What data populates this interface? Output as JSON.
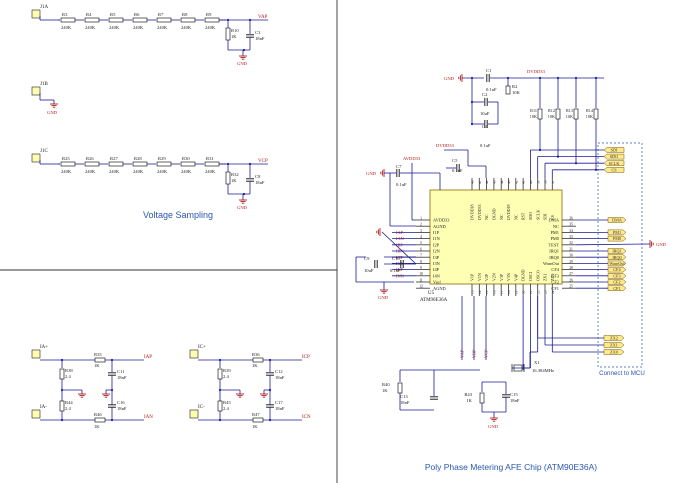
{
  "sections": {
    "voltage_title": "Voltage Sampling",
    "afe_title": "Poly Phase Metering AFE Chip (ATM90E36A)",
    "mcu_title": "Connect to MCU"
  },
  "connectors": [
    "J1A",
    "J1B",
    "J1C",
    "IA+",
    "IA-",
    "IC+",
    "IC-"
  ],
  "voltage": {
    "rowA": {
      "resistors": [
        "R3",
        "R4",
        "R5",
        "R6",
        "R7",
        "R8",
        "R9"
      ],
      "value": "240K",
      "r_small": "R10",
      "r_small_val": "1K",
      "cap": "C3",
      "cap_val": "18nF",
      "net": "VAP"
    },
    "rowC": {
      "resistors": [
        "R25",
        "R26",
        "R27",
        "R28",
        "R29",
        "R30",
        "R31"
      ],
      "value": "240K",
      "r_small": "R32",
      "r_small_val": "1K",
      "cap": "C8",
      "cap_val": "18nF",
      "net": "VCP"
    },
    "gnd": "GND"
  },
  "current": {
    "left": {
      "r_top": "R35",
      "r_top_val": "1K",
      "r_burden1": "R38",
      "r_burden1_val": "2.4",
      "r_burden2": "R44",
      "r_burden2_val": "2.4",
      "r_bot": "R46",
      "r_bot_val": "1K",
      "c_top": "C11",
      "c_top_val": "18nF",
      "c_bot": "C16",
      "c_bot_val": "18nF",
      "net_p": "IAP",
      "net_n": "IAN"
    },
    "right": {
      "r_top": "R36",
      "r_top_val": "1K",
      "r_burden1": "R39",
      "r_burden1_val": "2.4",
      "r_burden2": "R45",
      "r_burden2_val": "2.4",
      "r_bot": "R47",
      "r_bot_val": "1K",
      "c_top": "C12",
      "c_top_val": "18nF",
      "c_bot": "C17",
      "c_bot_val": "18nF",
      "net_p": "ICP",
      "net_n": "ICN"
    }
  },
  "chip": {
    "ref": "U5",
    "part": "ATM90E36A",
    "left_pins": [
      {
        "num": "1",
        "name": "AVDD33",
        "net": ""
      },
      {
        "num": "2",
        "name": "AGND",
        "net": ""
      },
      {
        "num": "3",
        "name": "I1P",
        "net": "IAP"
      },
      {
        "num": "4",
        "name": "I1N",
        "net": "IAN"
      },
      {
        "num": "5",
        "name": "I2P",
        "net": "IBP"
      },
      {
        "num": "6",
        "name": "I2N",
        "net": "IBN"
      },
      {
        "num": "7",
        "name": "I3P",
        "net": "ICP"
      },
      {
        "num": "8",
        "name": "I3N",
        "net": "ICN"
      },
      {
        "num": "9",
        "name": "I4P",
        "net": "INP"
      },
      {
        "num": "10",
        "name": "I4N",
        "net": "INN"
      },
      {
        "num": "11",
        "name": "Vref",
        "net": ""
      },
      {
        "num": "12",
        "name": "AGND",
        "net": ""
      }
    ],
    "right_pins": [
      {
        "num": "36",
        "name": "DMA",
        "net": "DMA"
      },
      {
        "num": "35",
        "name": "NC",
        "net": ""
      },
      {
        "num": "34",
        "name": "PM1",
        "net": "PM1"
      },
      {
        "num": "33",
        "name": "PM0",
        "net": "PM0"
      },
      {
        "num": "32",
        "name": "TEST",
        "net": ""
      },
      {
        "num": "31",
        "name": "IRQ1",
        "net": "IRQ1"
      },
      {
        "num": "30",
        "name": "IRQ0",
        "net": "IRQ0"
      },
      {
        "num": "29",
        "name": "WarnOut",
        "net": "WarnOut"
      },
      {
        "num": "28",
        "name": "CF4",
        "net": "CF4"
      },
      {
        "num": "27",
        "name": "CF3",
        "net": "CF3"
      },
      {
        "num": "26",
        "name": "CF2",
        "net": "CF2"
      },
      {
        "num": "25",
        "name": "CF1",
        "net": "CF1"
      }
    ],
    "top_pins": [
      {
        "num": "48",
        "name": "DVDD18"
      },
      {
        "num": "47",
        "name": "DVDD33"
      },
      {
        "num": "46",
        "name": "NC"
      },
      {
        "num": "45",
        "name": "DGND"
      },
      {
        "num": "44",
        "name": "NC"
      },
      {
        "num": "43",
        "name": "DVDD18"
      },
      {
        "num": "42",
        "name": "NC"
      },
      {
        "num": "41",
        "name": "RST"
      },
      {
        "num": "40",
        "name": "SDO"
      },
      {
        "num": "39",
        "name": "SCLK"
      },
      {
        "num": "38",
        "name": "SDI"
      },
      {
        "num": "37",
        "name": "CS"
      }
    ],
    "bottom_pins": [
      {
        "num": "13",
        "name": "V1P"
      },
      {
        "num": "14",
        "name": "V1N"
      },
      {
        "num": "15",
        "name": "V2P"
      },
      {
        "num": "16",
        "name": "V2N"
      },
      {
        "num": "17",
        "name": "V3P"
      },
      {
        "num": "18",
        "name": "V3N"
      },
      {
        "num": "19",
        "name": "V4P"
      },
      {
        "num": "20",
        "name": "DGND"
      },
      {
        "num": "21",
        "name": "OSCI"
      },
      {
        "num": "22",
        "name": "OSCO"
      },
      {
        "num": "23",
        "name": "ZX1"
      },
      {
        "num": "24",
        "name": "ZX0"
      }
    ]
  },
  "afe_parts": {
    "c1": "C1",
    "c1_val": "0.1uF",
    "r2": "R2",
    "r2_val": "10K",
    "c2": "C2",
    "c2_val": "10uF",
    "c4": "C4",
    "c4_val": "0.1uF",
    "c5": "C5",
    "c5_val": "0.1uF",
    "c7": "C7",
    "c7_val": "0.1uF",
    "c9": "C9",
    "c9_val": "10uF",
    "c10": "C10",
    "c10_val": "0.1uF",
    "r11": "R11",
    "r12": "R12",
    "r13": "R13",
    "r14": "R14",
    "pullup_val": "10K",
    "x1": "X1",
    "x1_val": "16.384MHz",
    "c13": "C13",
    "c13_val": "18nF",
    "c15": "C15",
    "c15_val": "18nF",
    "r40": "R40",
    "r40_val": "1K",
    "r43": "R43",
    "r43_val": "1K",
    "dvdd33": "DVDD33",
    "avdd33": "AVDD33",
    "gnd": "GND"
  },
  "mcu": {
    "spi_labels": [
      "SDI",
      "SDO",
      "SCLK",
      "CS"
    ],
    "right_labels": [
      "DMA",
      "PM1",
      "PM0",
      "IRQ1",
      "IRQ0",
      "WarnOut",
      "CF4",
      "CF3",
      "CF2",
      "CF1"
    ],
    "bottom_labels": [
      "ZX2",
      "ZX1",
      "ZX0"
    ]
  },
  "bottom_nets": [
    "VAP",
    "VBP",
    "VCP"
  ]
}
